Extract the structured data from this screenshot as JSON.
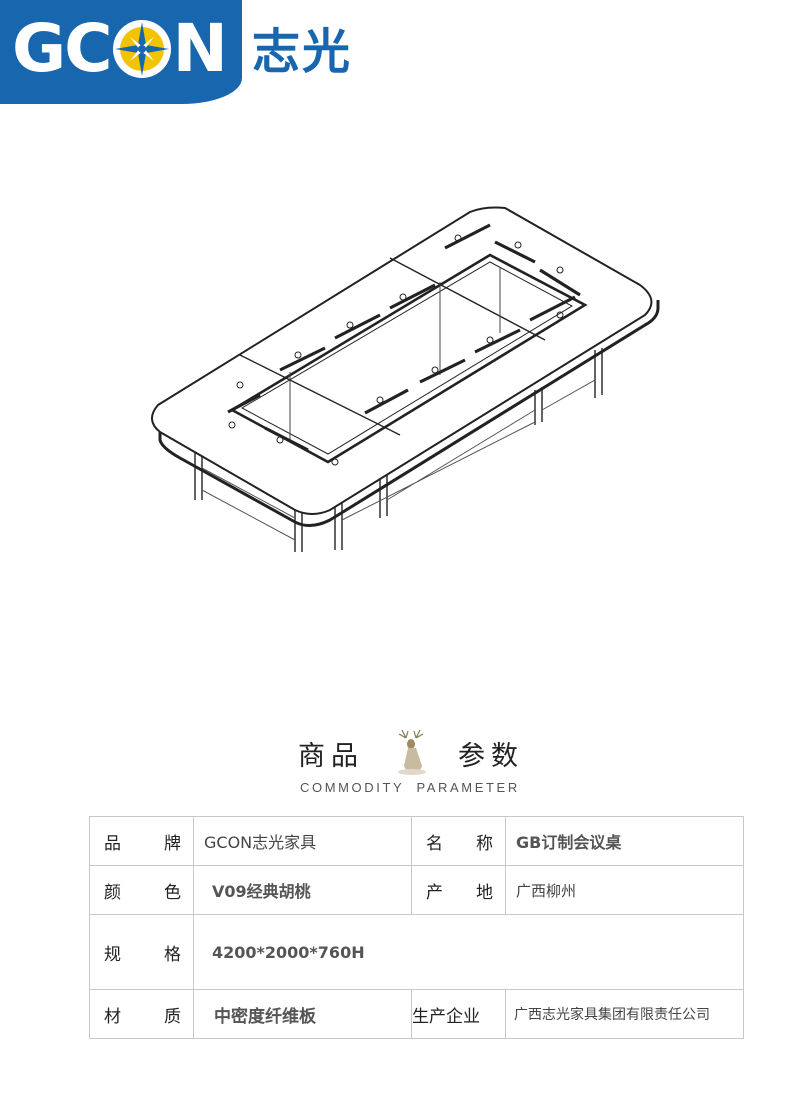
{
  "brand": {
    "logo_text": "GCON",
    "logo_cn": "志光",
    "logo_color": "#1766ae",
    "star_color": "#f2c400"
  },
  "section": {
    "title_left": "商品",
    "title_right": "参数",
    "subtitle": "COMMODITY  PARAMETER",
    "icon": "deer-icon"
  },
  "params": {
    "rows": [
      {
        "label1": [
          "品",
          "牌"
        ],
        "value1": "GCON志光家具",
        "label2": [
          "名",
          "称"
        ],
        "value2": "GB订制会议桌"
      },
      {
        "label1": [
          "颜",
          "色"
        ],
        "value1": "V09经典胡桃",
        "label2": [
          "产",
          "地"
        ],
        "value2": "广西柳州"
      },
      {
        "label1": [
          "规",
          "格"
        ],
        "value1": "4200*2000*760H"
      },
      {
        "label1": [
          "材",
          "质"
        ],
        "value1": "中密度纤维板",
        "label2_full": "生产企业",
        "value2": "广西志光家具集团有限责任公司"
      }
    ]
  }
}
